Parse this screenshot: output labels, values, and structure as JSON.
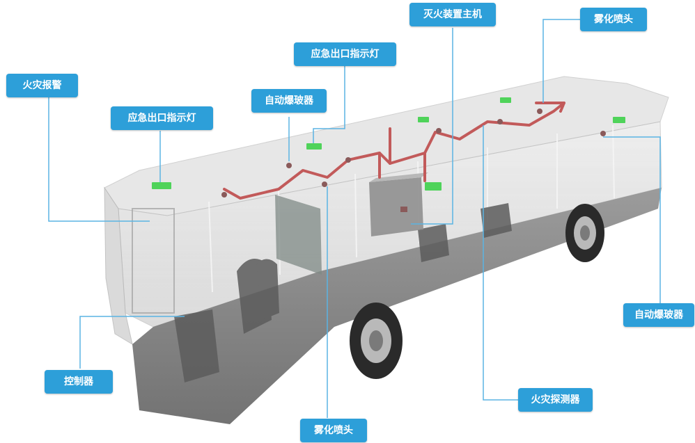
{
  "labels": {
    "fire_alarm": "火灾报警",
    "emergency_exit_light_left": "应急出口指示灯",
    "auto_burster_top": "自动爆玻器",
    "emergency_exit_light_top": "应急出口指示灯",
    "extinguisher_main_unit": "灭火装置主机",
    "mist_nozzle_top": "雾化喷头",
    "auto_burster_right": "自动爆玻器",
    "fire_detector": "火灾探测器",
    "controller": "控制器",
    "mist_nozzle_bottom": "雾化喷头"
  },
  "colors": {
    "callout_bg": "#2d9fd9",
    "callout_text": "#ffffff",
    "leader_line": "#5ab4e3",
    "pipe": "#c25a5a",
    "exit_light": "#4fd35a",
    "bus_body": "#9a9a9a"
  }
}
